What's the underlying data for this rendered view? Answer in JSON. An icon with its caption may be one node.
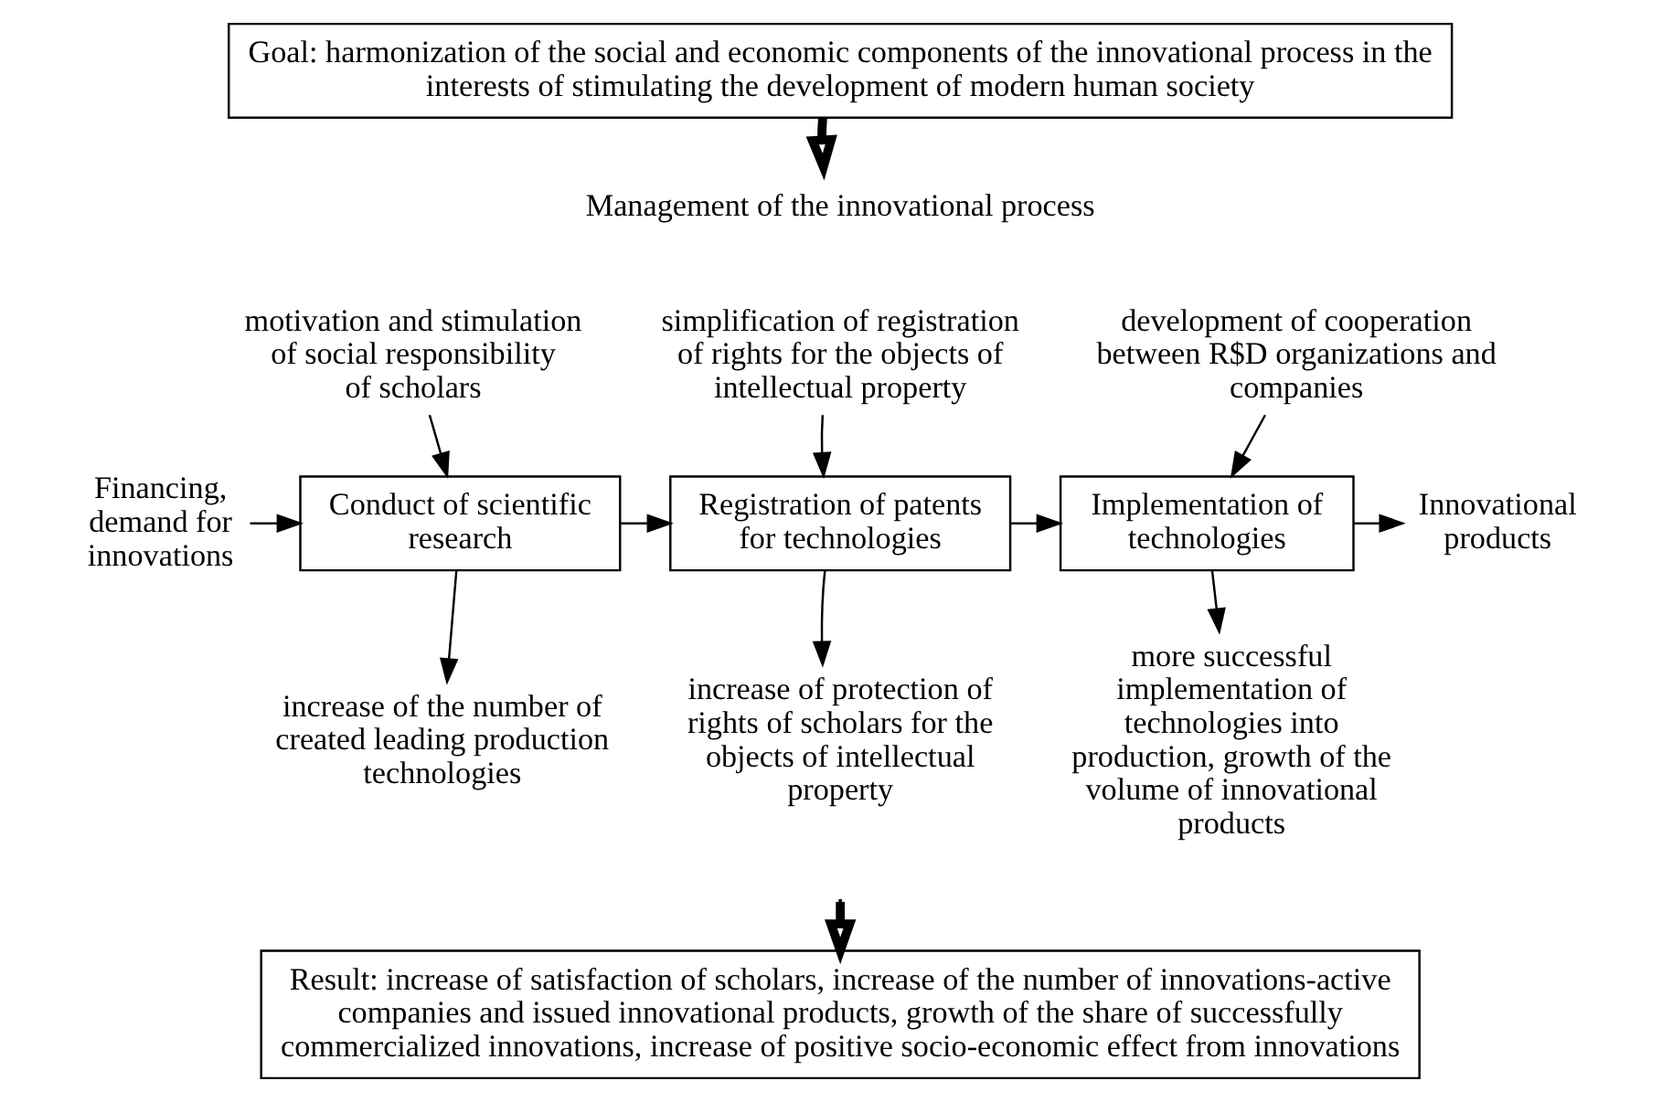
{
  "diagram": {
    "nodes": [
      {
        "text": [
          "Goal: harmonization of the social and economic components of the innovational process in the interests of stimulating the development of modern human society"
        ]
      },
      {
        "text": [
          "Management of the innovational process"
        ]
      },
      {
        "text": [
          "Financing, demand for innovations"
        ]
      },
      {
        "text": [
          "Conduct of scientific research"
        ]
      },
      {
        "text": [
          "motivation and stimulation of social responsibility of scholars"
        ]
      },
      {
        "text": [
          "increase of the number of created leading production technologies"
        ]
      },
      {
        "text": [
          "Registration of patents for technologies"
        ]
      },
      {
        "text": [
          "simplification of registration of rights for the objects of intellectual property"
        ]
      },
      {
        "text": [
          "increase of protection of rights of scholars for the objects of intellectual property"
        ]
      },
      {
        "text": [
          "Implementation of technologies"
        ]
      },
      {
        "text": [
          "development of cooperation between R$D organizations and companies"
        ]
      },
      {
        "text": [
          "more successful implementation of technologies into production, growth of the volume of innovational products"
        ]
      },
      {
        "text": [
          "Innovational products"
        ]
      },
      {
        "text": [
          "Result: increase of satisfaction of scholars, increase of the number of innovations-active companies and issued innovational products, growth of the share of successfully commercialized innovations, increase of positive socio-economic effect from innovations"
        ]
      }
    ],
    "edges": [
      {
        "from": 0,
        "to": 1,
        "arrow": "to",
        "style": "thick"
      },
      {
        "from": 2,
        "to": 3,
        "arrow": "to"
      },
      {
        "from": 4,
        "to": 3,
        "arrow": "to"
      },
      {
        "from": 3,
        "to": 5,
        "arrow": "to"
      },
      {
        "from": 3,
        "to": 6,
        "arrow": "to"
      },
      {
        "from": 7,
        "to": 6,
        "arrow": "to"
      },
      {
        "from": 6,
        "to": 8,
        "arrow": "to"
      },
      {
        "from": 6,
        "to": 9,
        "arrow": "to"
      },
      {
        "from": 10,
        "to": 9,
        "arrow": "to"
      },
      {
        "from": 9,
        "to": 11,
        "arrow": "to"
      },
      {
        "from": 9,
        "to": 12,
        "arrow": "to"
      },
      {
        "from": null,
        "to": 13,
        "arrow": "to",
        "style": "thick"
      }
    ]
  }
}
